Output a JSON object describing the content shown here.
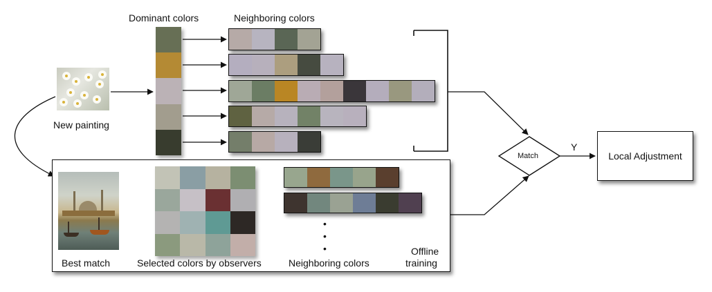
{
  "labels": {
    "dominant_colors": "Dominant colors",
    "neighboring_colors_top": "Neighboring colors",
    "new_painting": "New painting",
    "best_match": "Best match",
    "selected_colors": "Selected colors by observers",
    "neighboring_colors_bottom": "Neighboring colors",
    "offline": "Offline",
    "training": "training",
    "match": "Match",
    "yes": "Y",
    "local_adjustment": "Local Adjustment"
  },
  "dominant_colors": [
    "#676f55",
    "#b48a34",
    "#bbb2b6",
    "#a29d8e",
    "#383c2e"
  ],
  "neighbor_rows": [
    [
      "#b6aaa7",
      "#b7b4c0",
      "#5a6655",
      "#a3a394"
    ],
    [
      "#b4aebf",
      "#b7b0bc",
      "#ac9e7f",
      "#464b40",
      "#b7b2bf"
    ],
    [
      "#9fa797",
      "#6b7d64",
      "#b98624",
      "#b9acb4",
      "#b3a09c",
      "#3a363a",
      "#b4adbc",
      "#99987f",
      "#b3aebb"
    ],
    [
      "#5f6241",
      "#b6aaa7",
      "#b7b2bd",
      "#728267",
      "#b8b4be",
      "#b8b0bd"
    ],
    [
      "#747e6a",
      "#b7a9a5",
      "#b7b1bd",
      "#3a3d37"
    ]
  ],
  "selected_grid": [
    "#c2c3b6",
    "#8a9ea4",
    "#b6b2a0",
    "#7c8e72",
    "#9aa79c",
    "#c6c0c6",
    "#6a3032",
    "#b0afb2",
    "#b4b3b2",
    "#9fb2b2",
    "#5f9a94",
    "#2d2825",
    "#8b9a7e",
    "#b9b8a8",
    "#8ea39a",
    "#c2aea9"
  ],
  "offline_rows": [
    [
      "#98a68e",
      "#8f6a3e",
      "#7a968a",
      "#98a48c",
      "#5a3f2e"
    ],
    [
      "#3e342f",
      "#72877e",
      "#9aa293",
      "#6e7d96",
      "#3a3c30",
      "#504050"
    ]
  ],
  "ellipsis": "•"
}
